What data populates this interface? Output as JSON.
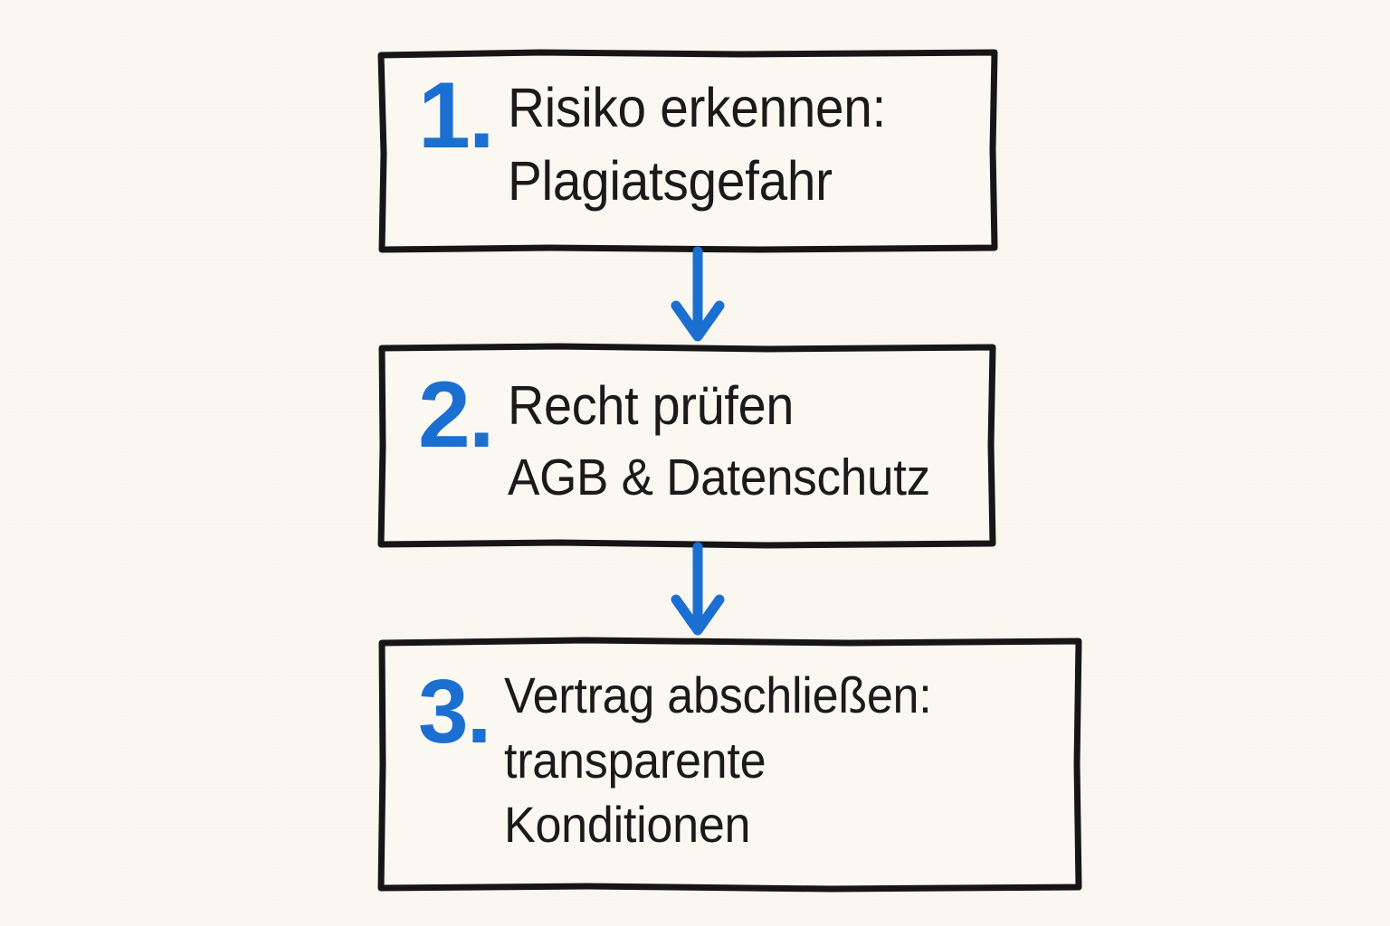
{
  "meta": {
    "background_color": "#faf7f1",
    "ink_color": "#1a1a1a",
    "accent_color": "#1b6fd0"
  },
  "diagram": {
    "type": "flowchart-vertical",
    "steps": [
      {
        "number": "1.",
        "lines": [
          "Risiko erkennen:",
          "Plagiatsgefahr"
        ]
      },
      {
        "number": "2.",
        "lines": [
          "Recht prüfen",
          "AGB & Datenschutz"
        ]
      },
      {
        "number": "3.",
        "lines": [
          "Vertrag abschließen:",
          "transparente",
          "Konditionen"
        ]
      }
    ],
    "connectors": [
      {
        "name": "arrow-step1-to-step2",
        "direction": "down"
      },
      {
        "name": "arrow-step2-to-step3",
        "direction": "down"
      }
    ]
  }
}
